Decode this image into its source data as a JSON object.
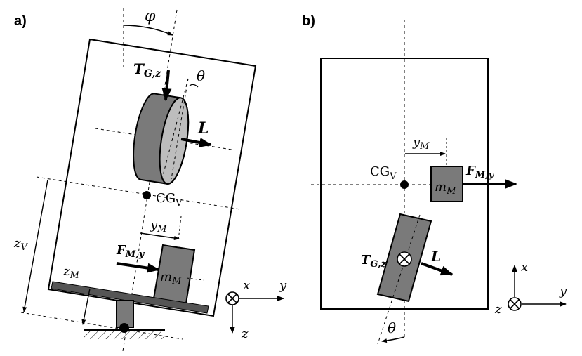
{
  "panels": [
    {
      "id": "a",
      "label": "a)",
      "symbols": {
        "phi": "φ",
        "theta": "θ",
        "torque_main": "T",
        "torque_sub": "G,z",
        "momentum": "L",
        "cg_main": "CG",
        "cg_sub": "V",
        "ym_main": "y",
        "ym_sub": "M",
        "force_main": "F",
        "force_sub": "M,y",
        "mass_main": "m",
        "mass_sub": "M",
        "zv_main": "z",
        "zv_sub": "V",
        "zm_main": "z",
        "zm_sub": "M"
      },
      "axes": {
        "x": "x",
        "y": "y",
        "z": "z"
      }
    },
    {
      "id": "b",
      "label": "b)",
      "symbols": {
        "theta": "θ",
        "torque_main": "T",
        "torque_sub": "G,z",
        "momentum": "L",
        "cg_main": "CG",
        "cg_sub": "V",
        "ym_main": "y",
        "ym_sub": "M",
        "force_main": "F",
        "force_sub": "M,y",
        "mass_main": "m",
        "mass_sub": "M"
      },
      "axes": {
        "x": "x",
        "y": "y",
        "z": "z"
      }
    }
  ]
}
